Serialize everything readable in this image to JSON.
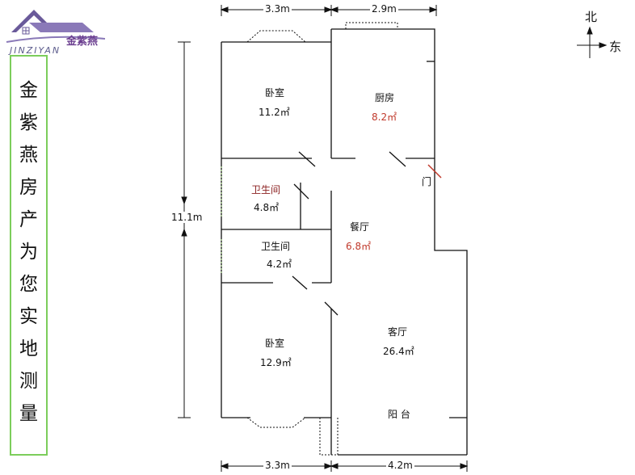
{
  "logo": {
    "brand": "金紫燕",
    "english": "JINZIYAN",
    "icon": "house-logo-icon"
  },
  "vertical_text": [
    "金",
    "紫",
    "燕",
    "房",
    "产",
    "为",
    "您",
    "实",
    "地",
    "测",
    "量"
  ],
  "compass": {
    "north": "北",
    "east": "东"
  },
  "dimensions": {
    "top_left": "3.3m",
    "top_right": "2.9m",
    "bottom_left": "3.3m",
    "bottom_right": "4.2m",
    "height": "11.1m"
  },
  "rooms": {
    "bedroom_top": {
      "name": "卧室",
      "area": "11.2㎡"
    },
    "kitchen": {
      "name": "厨房",
      "area": "8.2㎡"
    },
    "bathroom_1": {
      "name": "卫生间",
      "area": "4.8㎡"
    },
    "dining": {
      "name": "餐厅",
      "area": "6.8㎡"
    },
    "bathroom_2": {
      "name": "卫生间",
      "area": "4.2㎡"
    },
    "bedroom_bottom": {
      "name": "卧室",
      "area": "12.9㎡"
    },
    "living": {
      "name": "客厅",
      "area": "26.4㎡"
    },
    "balcony": {
      "name": "阳 台"
    },
    "door": {
      "name": "门"
    }
  },
  "colors": {
    "wall": "#111111",
    "highlight_text": "#c0392b",
    "frame_green": "#7ccd5b",
    "logo_purple": "#6a3d8f"
  }
}
